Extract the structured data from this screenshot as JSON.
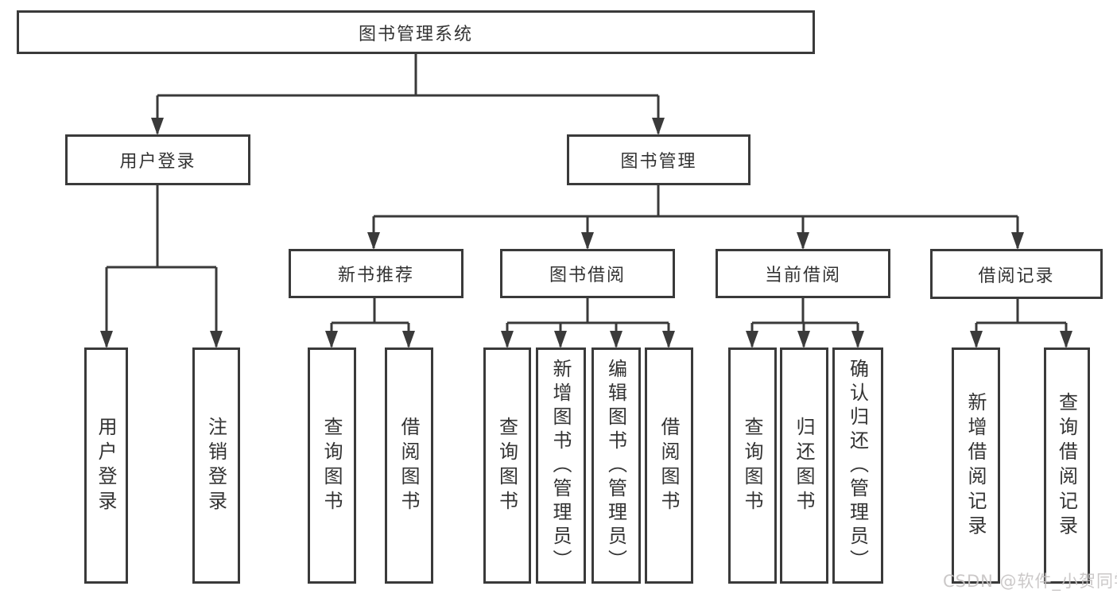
{
  "tree": {
    "root": "图书管理系统",
    "branches": [
      {
        "label": "用户登录",
        "children": [
          "用户登录",
          "注销登录"
        ]
      },
      {
        "label": "图书管理",
        "children": [
          {
            "label": "新书推荐",
            "children": [
              "查询图书",
              "借阅图书"
            ]
          },
          {
            "label": "图书借阅",
            "children": [
              "查询图书",
              "新增图书（管理员）",
              "编辑图书（管理员）",
              "借阅图书"
            ]
          },
          {
            "label": "当前借阅",
            "children": [
              "查询图书",
              "归还图书",
              "确认归还（管理员）"
            ]
          },
          {
            "label": "借阅记录",
            "children": [
              "新增借阅记录",
              "查询借阅记录"
            ]
          }
        ]
      }
    ]
  },
  "watermark": {
    "text": "CSDN @软件_小贺同学"
  },
  "colors": {
    "line": "#3a3a3a",
    "text": "#333333",
    "background": "#ffffff",
    "watermark": "#c6c3c3"
  }
}
